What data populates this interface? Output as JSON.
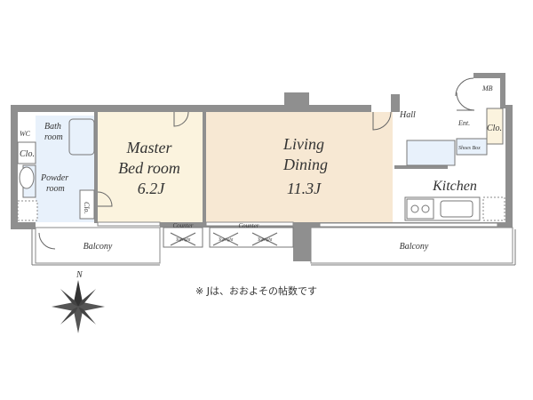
{
  "colors": {
    "wall": "#8f8f8f",
    "bed_floor": "#fbf3de",
    "living_floor": "#f7e8d3",
    "wet_floor": "#e8f1fb",
    "kitchen_floor": "#ffffff",
    "balcony": "#ffffff"
  },
  "rooms": {
    "master_bed_line1": "Master",
    "master_bed_line2": "Bed room",
    "master_bed_size": "6.2J",
    "living_line1": "Living",
    "living_line2": "Dining",
    "living_size": "11.3J",
    "kitchen": "Kitchen",
    "bath_line1": "Bath",
    "bath_line2": "room",
    "powder_line1": "Powder",
    "powder_line2": "room",
    "hall": "Hall",
    "ent": "Ent.",
    "mb": "MB",
    "shoes_box": "Shoes Box",
    "clo_bath": "Clo.",
    "clo_powder": "Clo.",
    "clo_ent": "Clo.",
    "counter_left": "Counter",
    "counter_right": "Counter",
    "toplight_1": "Toplight",
    "toplight_2": "Toplight",
    "toplight_3": "Toplight",
    "balcony_left": "Balcony",
    "balcony_right": "Balcony",
    "wc": "WC"
  },
  "compass": {
    "north": "N",
    "icon": "compass-rose-icon"
  },
  "note": "※ Jは、おおよその帖数です"
}
